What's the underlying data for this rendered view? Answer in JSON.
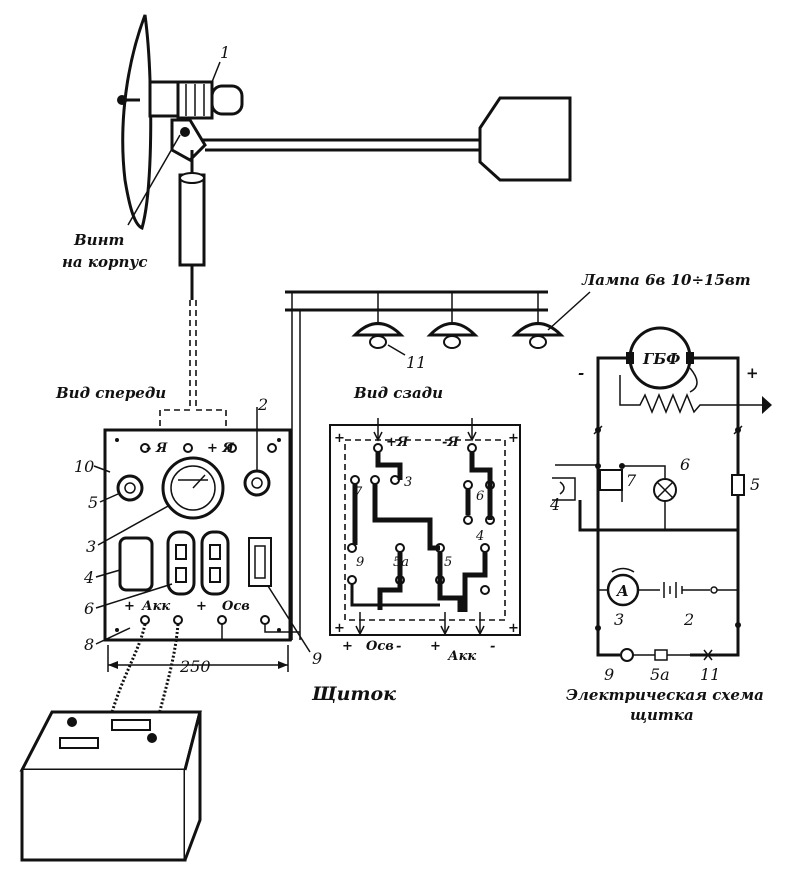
{
  "labels": {
    "screw": "Винт",
    "on_body": "на корпус",
    "lamp": "Лампа 6в 10÷15вт",
    "front_view": "Вид спереди",
    "rear_view": "Вид сзади",
    "panel": "Щиток",
    "schematic_1": "Электрическая схема",
    "schematic_2": "щитка",
    "dimension": "250",
    "generator": "ГБФ",
    "ammeter": "A",
    "term_minus_ya": "- Я",
    "term_plus_ya": "+ Я",
    "term_akk": "Акк",
    "term_osv": "Осв",
    "rear_plus_ya": "+Я",
    "rear_minus_ya": "-Я",
    "rear_osv": "Осв",
    "rear_akk": "Акк",
    "plus": "+",
    "minus": "-"
  },
  "callouts": {
    "n1": "1",
    "n2": "2",
    "n3": "3",
    "n4": "4",
    "n5": "5",
    "n6": "6",
    "n7": "7",
    "n8": "8",
    "n9": "9",
    "n10": "10",
    "n11": "11",
    "n5a": "5а"
  },
  "rear_terminals": {
    "t7": "7",
    "t3": "3",
    "t6": "6",
    "t4": "4",
    "t9": "9",
    "t5a": "5а",
    "t5": "5"
  },
  "schematic_callouts": {
    "s6": "6",
    "s7": "7",
    "s5": "5",
    "s4": "4",
    "s3": "3",
    "s2": "2",
    "s9": "9",
    "s5a": "5а",
    "s11": "11"
  }
}
